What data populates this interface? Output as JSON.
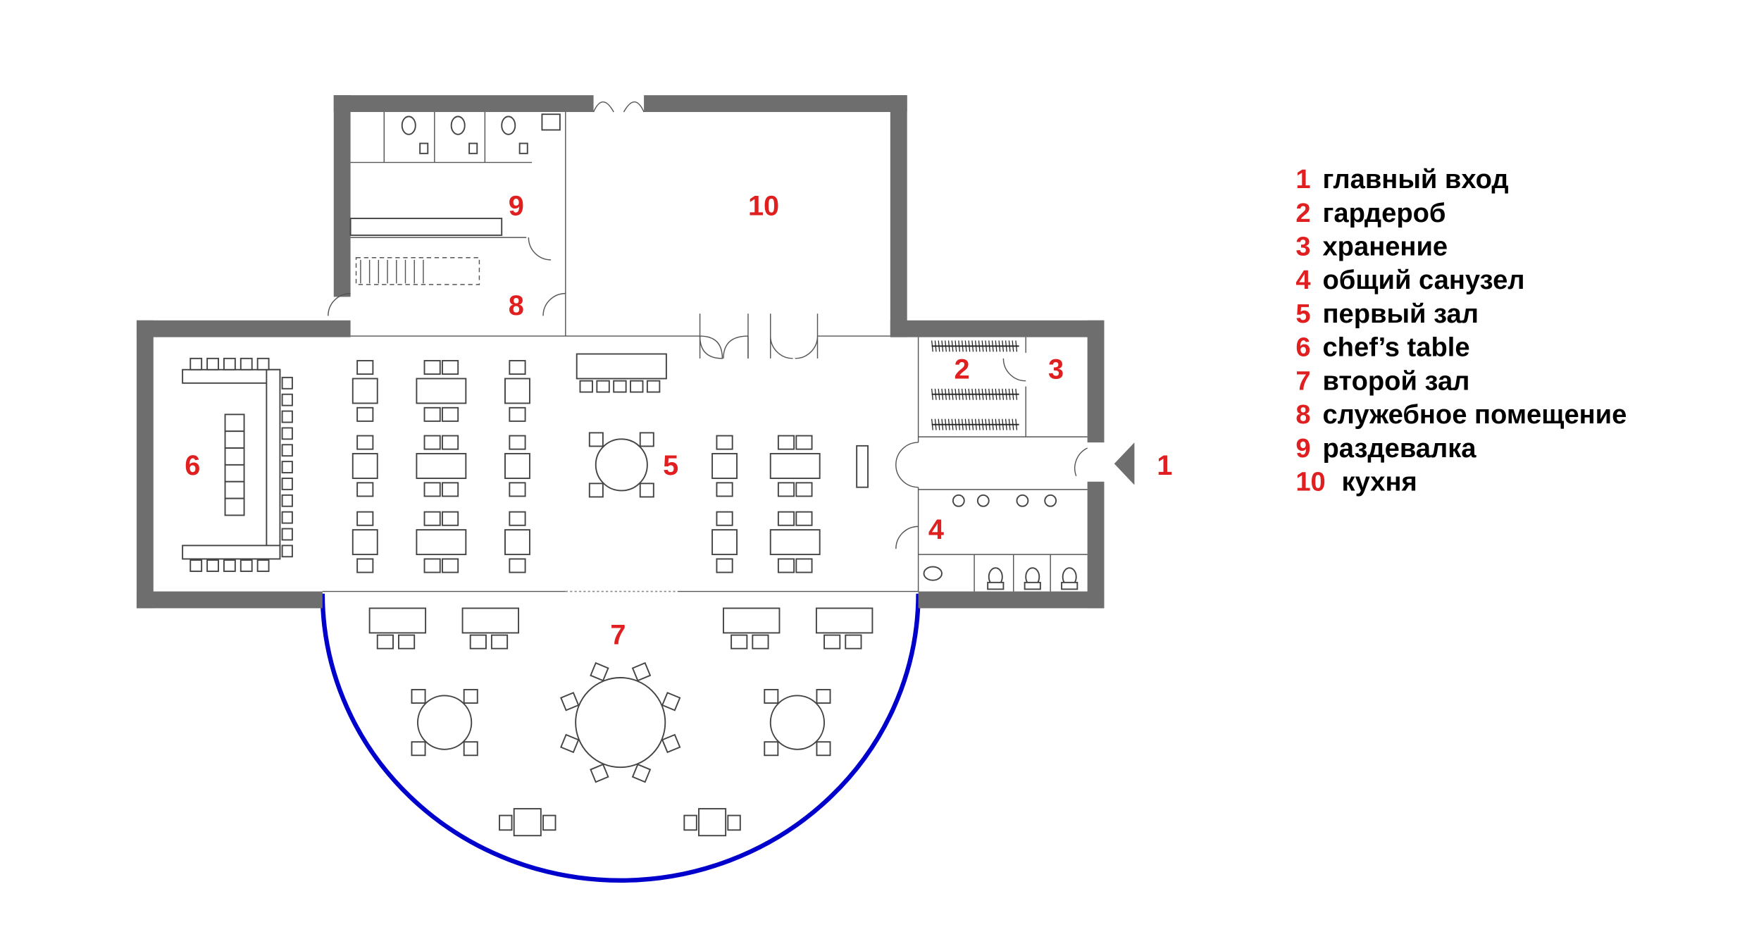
{
  "room_labels": {
    "r1": "1",
    "r2": "2",
    "r3": "3",
    "r4": "4",
    "r5": "5",
    "r6": "6",
    "r7": "7",
    "r8": "8",
    "r9": "9",
    "r10": "10"
  },
  "legend": [
    {
      "num": "1",
      "text": "главный вход"
    },
    {
      "num": "2",
      "text": "гардероб"
    },
    {
      "num": "3",
      "text": "хранение"
    },
    {
      "num": "4",
      "text": "общий санузел"
    },
    {
      "num": "5",
      "text": "первый зал"
    },
    {
      "num": "6",
      "text": "chef’s table"
    },
    {
      "num": "7",
      "text": "второй зал"
    },
    {
      "num": "8",
      "text": "служебное помещение"
    },
    {
      "num": "9",
      "text": "раздевалка"
    },
    {
      "num": "10",
      "text": "кухня"
    }
  ],
  "colors": {
    "wall": "#6e6e6e",
    "label": "#e02020",
    "glazing": "#0000cc"
  }
}
